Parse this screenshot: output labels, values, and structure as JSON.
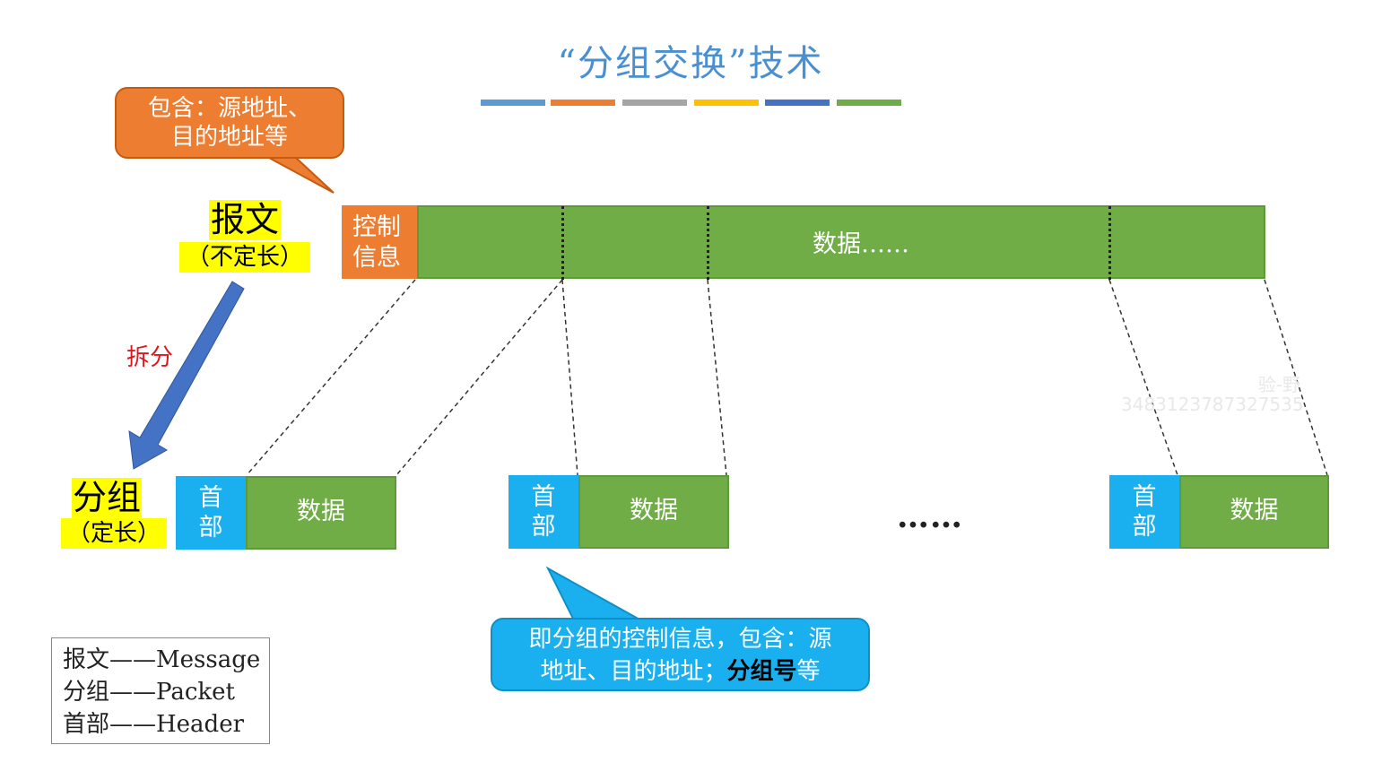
{
  "title": "“分组交换”技术",
  "title_bar_colors": [
    "#5b9bd5",
    "#ed7d31",
    "#a5a5a5",
    "#ffc000",
    "#4472c4",
    "#70ad47"
  ],
  "callout_top": {
    "line1": "包含：源地址、",
    "line2": "目的地址等"
  },
  "message_label": {
    "main": "报文",
    "sub": "（不定长）"
  },
  "split_label": "拆分",
  "packet_label": {
    "main": "分组",
    "sub": "（定长）"
  },
  "control_info": {
    "line1": "控制",
    "line2": "信息"
  },
  "message_data_label": "数据……",
  "packets": [
    {
      "header_line1": "首",
      "header_line2": "部",
      "data": "数据"
    },
    {
      "header_line1": "首",
      "header_line2": "部",
      "data": "数据"
    },
    {
      "header_line1": "首",
      "header_line2": "部",
      "data": "数据"
    }
  ],
  "ellipsis": "……",
  "callout_bottom": {
    "line1": "即分组的控制信息，包含：源",
    "line2_prefix": "地址、目的地址；",
    "line2_bold": "分组号",
    "line2_suffix": "等"
  },
  "legend": [
    "报文——Message",
    "分组——Packet",
    "首部——Header"
  ],
  "watermark": {
    "line1": "验-野",
    "line2": "3483123787327535"
  },
  "colors": {
    "orange": "#ed7d31",
    "green": "#70ad47",
    "blue": "#1ab0ef",
    "arrow": "#4472c4",
    "split_red": "#e0181d"
  }
}
